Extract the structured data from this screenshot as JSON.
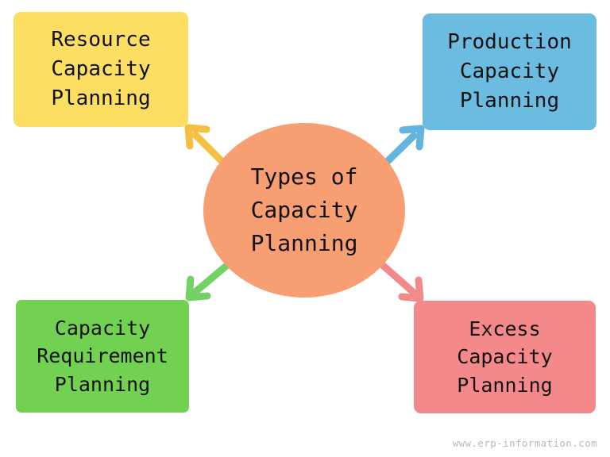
{
  "diagram": {
    "center": {
      "label": "Types of Capacity Planning",
      "lines": [
        "Types of",
        "Capacity",
        "Planning"
      ],
      "color": "#F79F72",
      "shape": "ellipse"
    },
    "nodes": [
      {
        "id": "resource-capacity-planning",
        "label": "Resource Capacity Planning",
        "lines": [
          "Resource",
          "Capacity",
          "Planning"
        ],
        "color": "#FBDE62",
        "position": "top-left",
        "arrow_color": "#F5C042"
      },
      {
        "id": "production-capacity-planning",
        "label": "Production Capacity Planning",
        "lines": [
          "Production",
          "Capacity",
          "Planning"
        ],
        "color": "#6CBBE1",
        "position": "top-right",
        "arrow_color": "#63B4DE"
      },
      {
        "id": "capacity-requirement-planning",
        "label": "Capacity Requirement Planning",
        "lines": [
          "Capacity",
          "Requirement",
          "Planning"
        ],
        "color": "#73D151",
        "position": "bottom-left",
        "arrow_color": "#74D165"
      },
      {
        "id": "excess-capacity-planning",
        "label": "Excess Capacity Planning",
        "lines": [
          "Excess",
          "Capacity",
          "Planning"
        ],
        "color": "#F4898B",
        "position": "bottom-right",
        "arrow_color": "#F28A8C"
      }
    ],
    "arrows": [
      {
        "id": "arrow-to-resource",
        "from": "center",
        "to": "resource-capacity-planning",
        "color": "#F5C042",
        "direction": "up-left"
      },
      {
        "id": "arrow-to-production",
        "from": "center",
        "to": "production-capacity-planning",
        "color": "#63B4DE",
        "direction": "up-right"
      },
      {
        "id": "arrow-to-requirement",
        "from": "center",
        "to": "capacity-requirement-planning",
        "color": "#74D165",
        "direction": "down-left"
      },
      {
        "id": "arrow-to-excess",
        "from": "center",
        "to": "excess-capacity-planning",
        "color": "#F28A8C",
        "direction": "down-right"
      }
    ]
  },
  "watermark": {
    "text": "www.erp-information.com",
    "color": "#b9b9b9"
  }
}
